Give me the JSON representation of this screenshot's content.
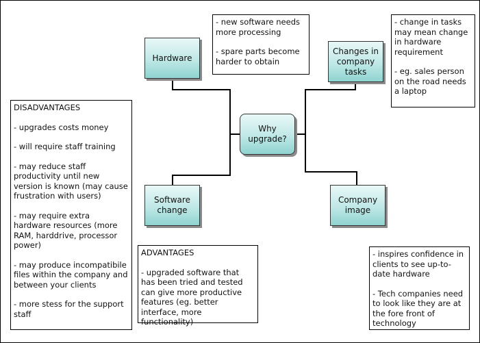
{
  "nodes": {
    "center": "Why upgrade?",
    "hardware": "Hardware",
    "changes": "Changes in company tasks",
    "software": "Software change",
    "image": "Company image"
  },
  "notes": {
    "hardware": [
      "- new software needs more processing",
      "- spare parts become harder to obtain"
    ],
    "changes": [
      "- change in tasks may mean change in hardware requirement",
      "- eg. sales person on the road needs a laptop"
    ],
    "disadvantages": {
      "title": "DISADVANTAGES",
      "items": [
        "- upgrades costs money",
        "- will require staff training",
        "- may reduce staff productivity until new version is known (may cause frustration with users)",
        "- may require extra hardware resources (more RAM, harddrive, processor power)",
        "- may produce incompatibile files within the company and between your clients",
        "- more stess for the support staff"
      ]
    },
    "advantages": {
      "title": "ADVANTAGES",
      "items": [
        "- upgraded software that has been tried and tested can give more productive features (eg. better interface, more functionality)"
      ]
    },
    "image": [
      "- inspires confidence in clients to see up-to-date hardware",
      "- Tech companies need to look like they are at the fore front of technology"
    ]
  }
}
